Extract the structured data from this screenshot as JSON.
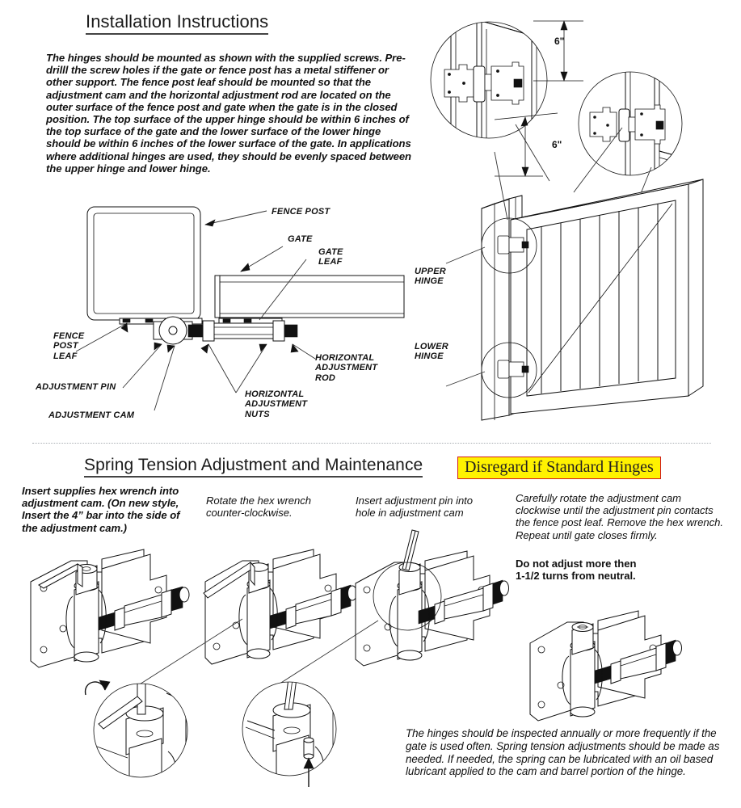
{
  "sections": {
    "install": {
      "title": "Installation Instructions",
      "body_segments": [
        {
          "t": "The hinges should be mounted as shown with the supplied screws. Pre-drilll the screw holes if the gate or fence post has a metal stiffener or other support. The ",
          "b": false
        },
        {
          "t": "fence post leaf",
          "b": true
        },
        {
          "t": " should be mounted so that the ",
          "b": false
        },
        {
          "t": "adjustment cam",
          "b": true
        },
        {
          "t": " and the ",
          "b": false
        },
        {
          "t": "horizontal adjustment rod",
          "b": true
        },
        {
          "t": " are located on the outer surface of the ",
          "b": false
        },
        {
          "t": "fence post",
          "b": true
        },
        {
          "t": " and ",
          "b": false
        },
        {
          "t": "gate",
          "b": true
        },
        {
          "t": " when the ",
          "b": false
        },
        {
          "t": "gate",
          "b": true
        },
        {
          "t": " is in the closed position.  The top surface of the ",
          "b": false
        },
        {
          "t": "upper hinge",
          "b": true
        },
        {
          "t": " should be within 6 inches of the top surface of the ",
          "b": false
        },
        {
          "t": "gate",
          "b": true
        },
        {
          "t": " and the lower surface of the ",
          "b": false
        },
        {
          "t": "lower hinge",
          "b": true
        },
        {
          "t": " should be within 6 inches of the lower surface of the ",
          "b": false
        },
        {
          "t": "gate",
          "b": true
        },
        {
          "t": ".  In applications where additional hinges are used, they should be evenly spaced between the ",
          "b": false
        },
        {
          "t": "upper hinge",
          "b": true
        },
        {
          "t": " and ",
          "b": false
        },
        {
          "t": "lower hinge",
          "b": true
        },
        {
          "t": ".",
          "b": false
        }
      ]
    },
    "spring": {
      "title": "Spring Tension Adjustment and Maintenance",
      "banner": "Disregard if Standard Hinges"
    }
  },
  "plan_callouts": {
    "fence_post": "FENCE POST",
    "gate": "GATE",
    "gate_leaf": "GATE\nLEAF",
    "fence_post_leaf": "FENCE\nPOST\nLEAF",
    "adjustment_pin": "ADJUSTMENT PIN",
    "adjustment_cam": "ADJUSTMENT CAM",
    "horizontal_adjustment_nuts": "HORIZONTAL\nADJUSTMENT\nNUTS",
    "horizontal_adjustment_rod": "HORIZONTAL\nADJUSTMENT\nROD"
  },
  "elevation_callouts": {
    "upper_hinge": "UPPER\nHINGE",
    "lower_hinge": "LOWER\nHINGE",
    "dim_top": "6\"",
    "dim_bottom": "6\""
  },
  "steps": [
    {
      "id": "step-1",
      "bold": true,
      "text": "Insert supplies hex wrench into adjustment cam. (On new style, Insert the 4” bar into the side of the adjustment cam.)"
    },
    {
      "id": "step-2",
      "bold": false,
      "text": "Rotate the hex wrench counter-clockwise."
    },
    {
      "id": "step-3",
      "bold": false,
      "text": "Insert adjustment pin into hole in adjustment cam"
    }
  ],
  "step4": {
    "italic_text": "Carefully rotate the adjustment cam clockwise until the adjustment pin contacts the fence post leaf.  Remove the hex wrench.  Repeat until gate closes firmly.",
    "warning_line1": "Do not adjust more then",
    "warning_line2": "1-1/2 turns from neutral."
  },
  "maintenance": {
    "text": "The hinges should be inspected annually or more frequently if the gate is used often.  Spring tension adjustments should be made as needed.  If needed, the spring can be lubricated with an oil based lubricant applied to the cam and barrel portion of the hinge."
  },
  "colors": {
    "highlight": "#fff200",
    "highlight_border": "#d01b1b",
    "ink": "#111111",
    "divider": "#9aa0a6"
  }
}
